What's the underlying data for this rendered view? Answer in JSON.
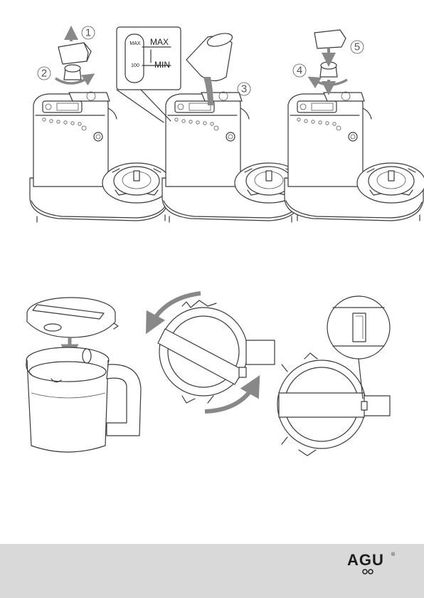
{
  "steps": {
    "step1": "1",
    "step2": "2",
    "step3": "3",
    "step4": "4",
    "step5": "5"
  },
  "scale": {
    "max_small": "MAX",
    "max_large": "MAX",
    "min_value": "100",
    "min_large": "MIN"
  },
  "brand": {
    "name": "AGU",
    "mark": "®"
  },
  "colors": {
    "arrow": "#888888",
    "footer": "#d9d9d9",
    "line": "#3a3a3a"
  }
}
